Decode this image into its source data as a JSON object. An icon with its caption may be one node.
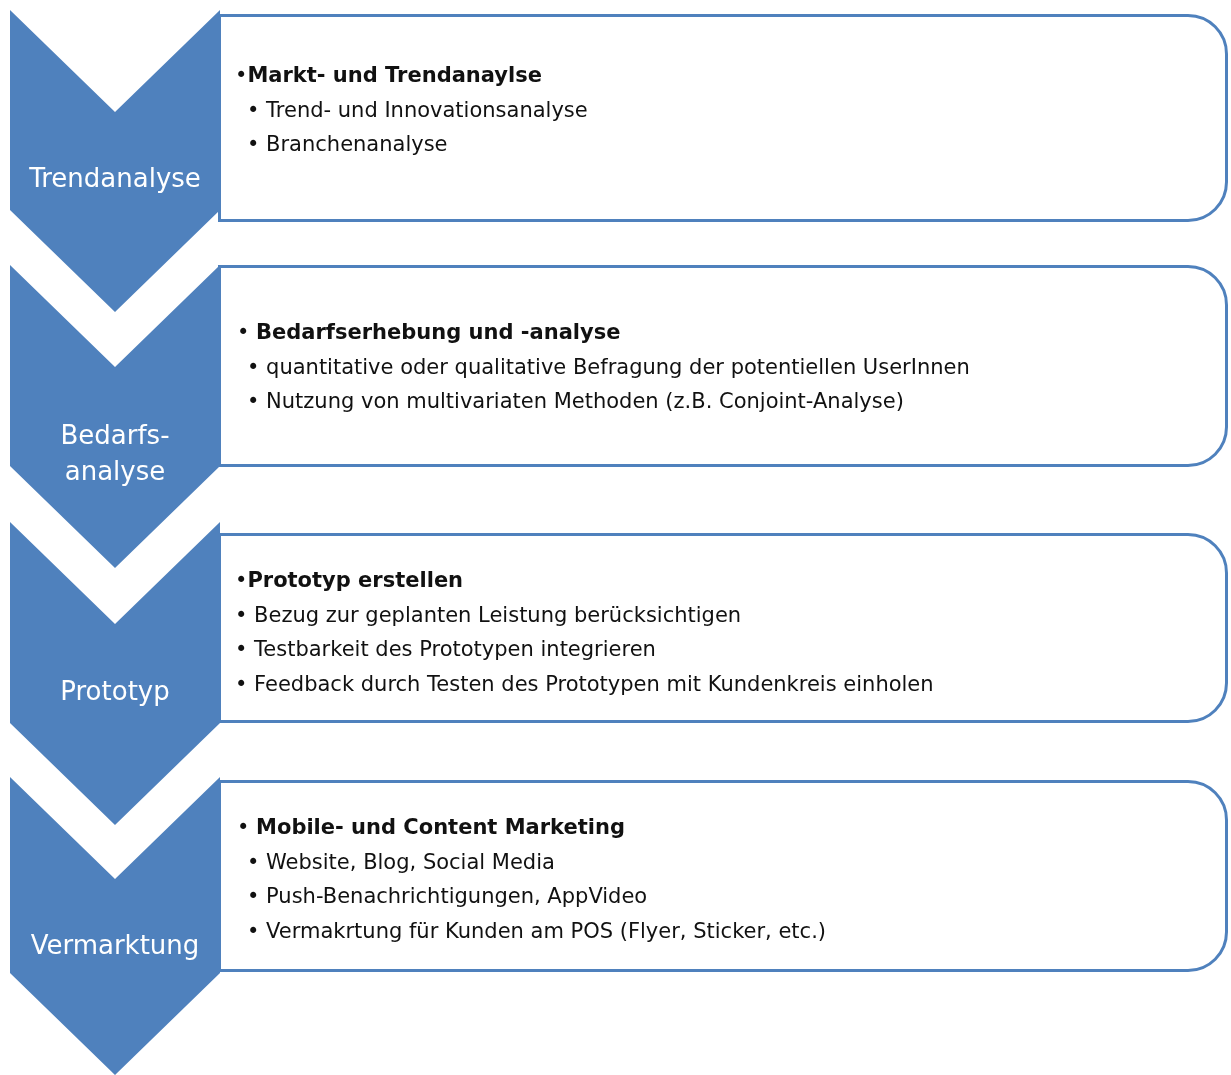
{
  "diagram": {
    "nodes": [
      {
        "text": [
          "Trendanalyse"
        ]
      },
      {
        "text": [
          "•**Markt- und Trendanaylse**",
          "• Trend- und Innovationsanalyse",
          "• Branchenanalyse"
        ]
      },
      {
        "text": [
          "Bedarfs- analyse"
        ]
      },
      {
        "text": [
          "• **Bedarfserhebung und -analyse**",
          "• quantitative oder qualitative Befragung der potentiellen UserInnen",
          "• Nutzung von multivariaten Methoden (z.B. Conjoint-Analyse)"
        ]
      },
      {
        "text": [
          "Prototyp"
        ]
      },
      {
        "text": [
          "•**Prototyp erstellen**",
          "• Bezug zur geplanten Leistung berücksichtigen",
          "• Testbarkeit des Prototypen integrieren",
          "• Feedback durch Testen des Prototypen mit Kundenkreis einholen"
        ]
      },
      {
        "text": [
          "Vermarktung"
        ]
      },
      {
        "text": [
          "• **Mobile- und Content Marketing**",
          "• Website, Blog, Social Media",
          "• Push-Benachrichtigungen, AppVideo",
          "• Vermakrtung für Kunden am POS (Flyer, Sticker, etc.)"
        ]
      }
    ]
  }
}
